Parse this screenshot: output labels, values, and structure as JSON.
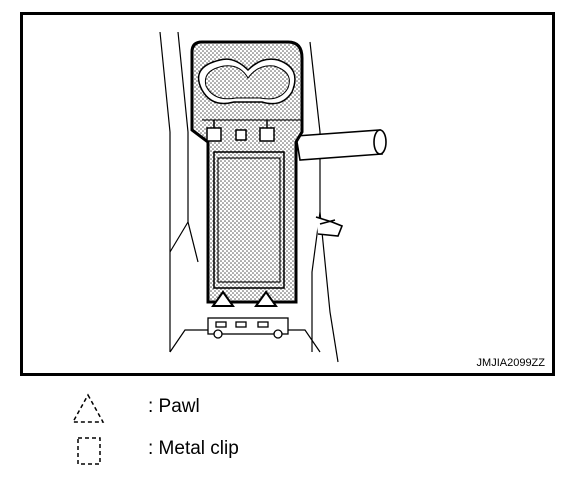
{
  "figure": {
    "code": "JMJIA2099ZZ"
  },
  "legend": [
    {
      "symbol": "pawl-symbol",
      "label": ": Pawl"
    },
    {
      "symbol": "metal-clip-symbol",
      "label": ": Metal clip"
    }
  ]
}
